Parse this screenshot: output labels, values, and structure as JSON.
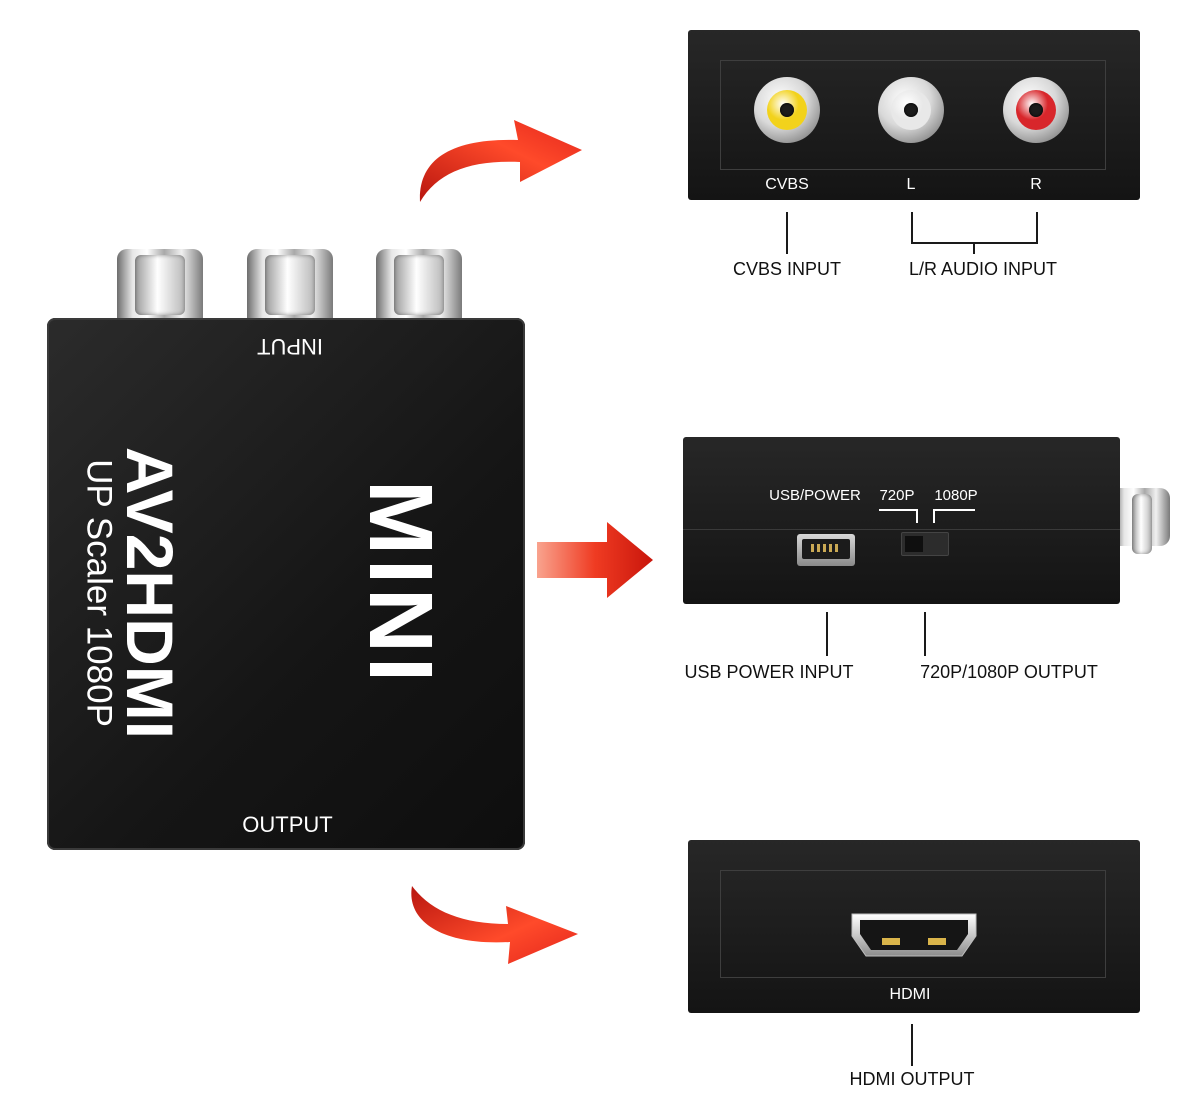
{
  "device": {
    "input_label": "INPUT",
    "output_label": "OUTPUT",
    "title": "AV2HDMI",
    "subtitle": "UP Scaler 1080P",
    "mini_label": "MINI"
  },
  "top_panel": {
    "port_cvbs": "CVBS",
    "port_l": "L",
    "port_r": "R",
    "callout_cvbs": "CVBS INPUT",
    "callout_audio": "L/R AUDIO INPUT",
    "jack_colors": [
      "#f2d21b",
      "#e8e8e8",
      "#d8262b"
    ]
  },
  "middle_panel": {
    "usb_label": "USB/POWER",
    "p720_label": "720P",
    "p1080_label": "1080P",
    "callout_usb": "USB POWER INPUT",
    "callout_switch": "720P/1080P OUTPUT"
  },
  "bottom_panel": {
    "hdmi_label": "HDMI",
    "callout_hdmi": "HDMI OUTPUT"
  },
  "colors": {
    "arrow_red": "#e3261c",
    "device_black": "#161616"
  }
}
